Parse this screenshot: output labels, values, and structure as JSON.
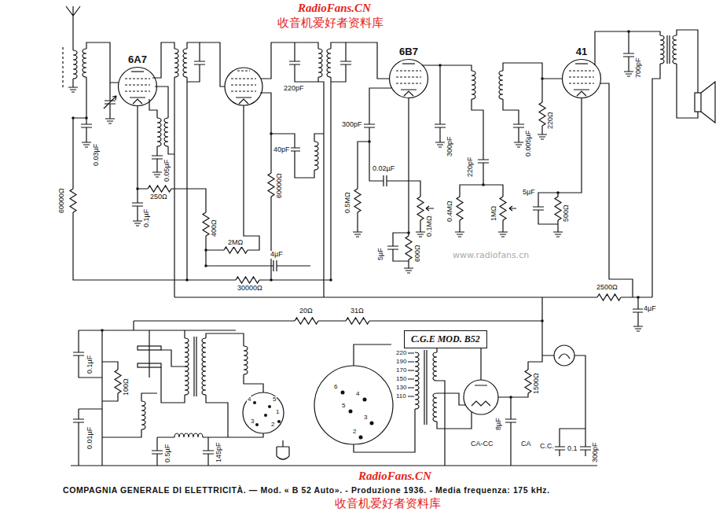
{
  "diagram": {
    "caption": "COMPAGNIA GENERALE DI ELETTRICITÀ. — Mod. « B 52 Auto». - Produzione 1936. - Media frequenza: 175 kHz.",
    "nodes": [
      {
        "text": [
          "6A7"
        ]
      },
      {
        "text": [
          "6B7"
        ]
      },
      {
        "text": [
          "41"
        ]
      },
      {
        "text": [
          "C.G.E MOD. B52"
        ]
      }
    ],
    "labels": [
      "RadioFans.CN",
      "收音机爱好者资料库",
      "www.radiofans.cn",
      "0.03µF",
      "60000Ω",
      "0.1µF",
      "0.05µF",
      "250Ω",
      "400Ω",
      "2MΩ",
      "4µF",
      "30000Ω",
      "60000Ω",
      "220pF",
      "40pF",
      "300pF",
      "0.02µF",
      "0.5MΩ",
      "0.1MΩ",
      "5µF",
      "600Ω",
      "300pF",
      "220pF",
      "0.4MΩ",
      "0.005µF",
      "220Ω",
      "1MΩ",
      "5µF",
      "500Ω",
      "700pF",
      "2500Ω",
      "4µF",
      "20Ω",
      "31Ω",
      "0.1µF",
      "100Ω",
      "0.01µF",
      "0.5µF",
      "145pF",
      "4",
      "5",
      "1",
      "3",
      "2",
      "220",
      "190",
      "170",
      "150",
      "130",
      "110",
      "6",
      "5",
      "4",
      "3",
      "2",
      "1500Ω",
      "8µF",
      "CA-CC",
      "CA",
      "C.C.",
      "0.1",
      "300pF",
      "RadioFans.CN",
      "收音机爱好者资料库"
    ]
  }
}
